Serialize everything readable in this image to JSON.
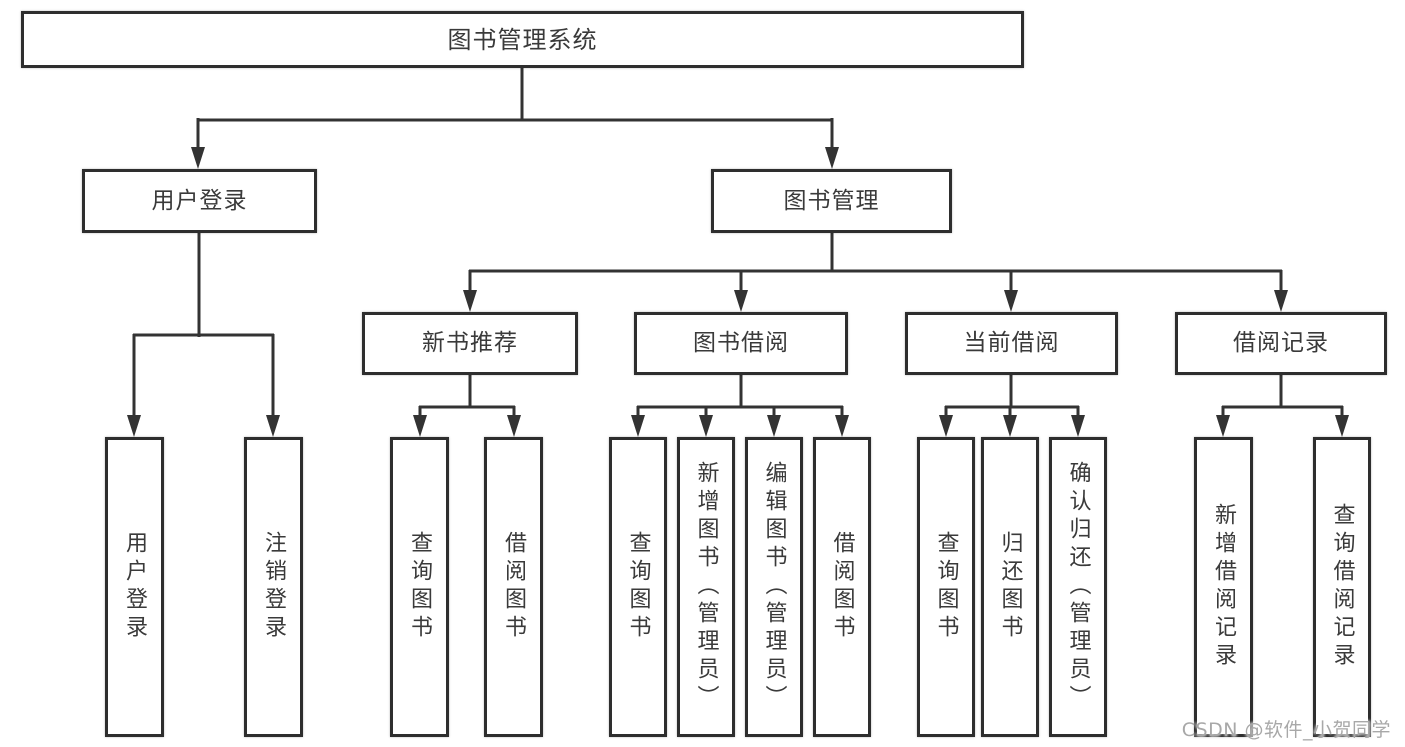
{
  "diagram": {
    "nodes": {
      "root": "图书管理系统",
      "user_login": "用户登录",
      "book_mgmt": "图书管理",
      "new_book": "新书推荐",
      "book_borrow": "图书借阅",
      "current_borrow": "当前借阅",
      "borrow_record": "借阅记录",
      "g1a": "用户登录",
      "g1b": "注销登录",
      "g2a": "查询图书",
      "g2b": "借阅图书",
      "g3a": "查询图书",
      "g3b": "新增图书（管理员）",
      "g3c": "编辑图书（管理员）",
      "g3d": "借阅图书",
      "g4a": "查询图书",
      "g4b": "归还图书",
      "g4c": "确认归还（管理员）",
      "g5a": "新增借阅记录",
      "g5b": "查询借阅记录"
    },
    "hierarchy": {
      "图书管理系统": {
        "用户登录": [
          "用户登录",
          "注销登录"
        ],
        "图书管理": {
          "新书推荐": [
            "查询图书",
            "借阅图书"
          ],
          "图书借阅": [
            "查询图书",
            "新增图书（管理员）",
            "编辑图书（管理员）",
            "借阅图书"
          ],
          "当前借阅": [
            "查询图书",
            "归还图书",
            "确认归还（管理员）"
          ],
          "借阅记录": [
            "新增借阅记录",
            "查询借阅记录"
          ]
        }
      }
    },
    "line_color": "#333333",
    "text_color": "#3a3a3a",
    "background_color": "#ffffff"
  },
  "watermark": {
    "text": "CSDN @软件_小贺同学",
    "color": "#a8a8a8"
  }
}
